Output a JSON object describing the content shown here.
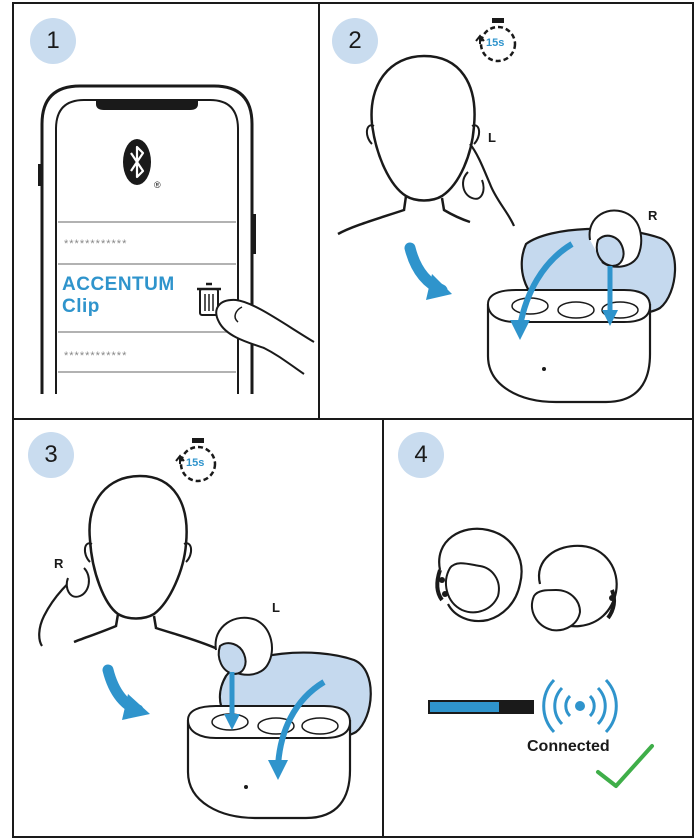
{
  "steps": [
    {
      "number": "1"
    },
    {
      "number": "2",
      "timer": "15s",
      "ear_label": "L",
      "case_ear_label": "R"
    },
    {
      "number": "3",
      "timer": "15s",
      "ear_label": "R",
      "case_ear_label": "L"
    },
    {
      "number": "4",
      "status": "Connected",
      "progress": 0.68
    }
  ],
  "phone": {
    "device_name_line1": "ACCENTUM",
    "device_name_line2": "Clip",
    "masked_item_1": "************",
    "masked_item_2": "************",
    "registered_mark": "®",
    "bluetooth_icon": "bluetooth-icon"
  },
  "colors": {
    "accent_blue": "#2f94cc",
    "step_circle": "#c9dcef",
    "case_highlight": "#c5d9ee",
    "check_green": "#3fae49",
    "outline": "#1a1a1a"
  }
}
